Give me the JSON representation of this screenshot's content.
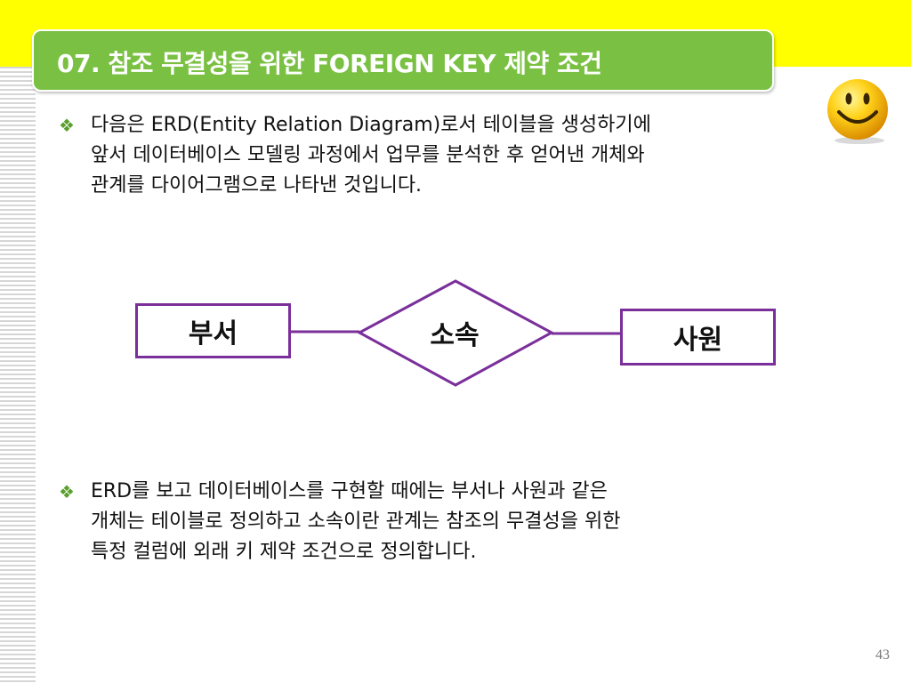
{
  "slide": {
    "title": "07. 참조 무결성을 위한 FOREIGN KEY 제약 조건",
    "page_number": "43",
    "colors": {
      "title_bar": "#7ac143",
      "top_band": "#ffff00",
      "diagram_border": "#7a2f9a",
      "bullet_mark": "#5a9e2e"
    },
    "decoration_icon": "smiley-face-icon"
  },
  "bullets": [
    {
      "mark": "❖",
      "lines": [
        "다음은 ERD(Entity Relation Diagram)로서 테이블을 생성하기에",
        "앞서 데이터베이스 모델링 과정에서 업무를 분석한 후 얻어낸 개체와",
        "관계를 다이어그램으로 나타낸 것입니다."
      ]
    },
    {
      "mark": "❖",
      "lines": [
        "ERD를 보고 데이터베이스를 구현할 때에는 부서나 사원과 같은",
        "개체는 테이블로 정의하고 소속이란 관계는 참조의 무결성을 위한",
        "특정 컬럼에 외래 키 제약 조건으로 정의합니다."
      ]
    }
  ],
  "erd": {
    "entity_left": "부서",
    "relationship": "소속",
    "entity_right": "사원"
  }
}
